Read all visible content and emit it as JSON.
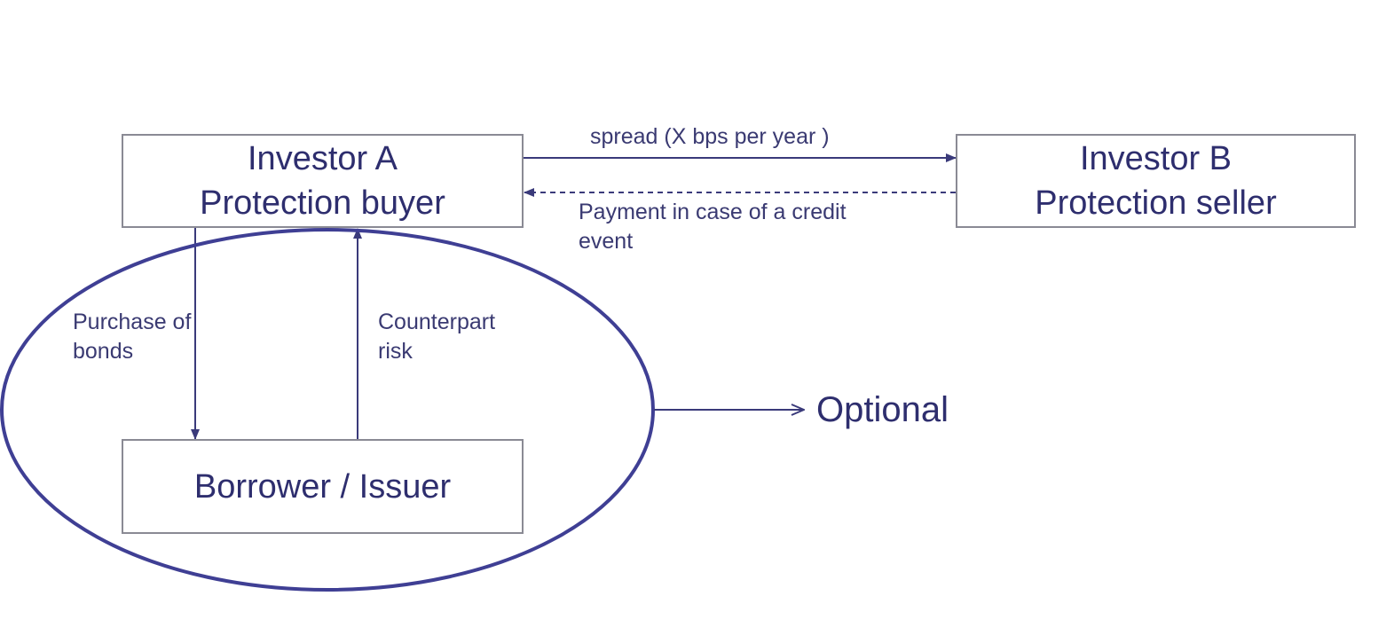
{
  "colors": {
    "text": "#2e2e6e",
    "box_border": "#8a8a94",
    "arrow": "#3a3a7a",
    "ellipse": "#3f3f94"
  },
  "nodes": {
    "investor_a": {
      "line1": "Investor A",
      "line2": "Protection buyer"
    },
    "investor_b": {
      "line1": "Investor B",
      "line2": "Protection seller"
    },
    "borrower": {
      "label": "Borrower / Issuer"
    }
  },
  "edges": {
    "spread": {
      "label": "spread (X bps per year )"
    },
    "payment": {
      "line1": "Payment in case of a credit",
      "line2": "event"
    },
    "purchase": {
      "line1": "Purchase of",
      "line2": "bonds"
    },
    "counterpart": {
      "line1": "Counterpart",
      "line2": "risk"
    }
  },
  "optional_label": "Optional"
}
